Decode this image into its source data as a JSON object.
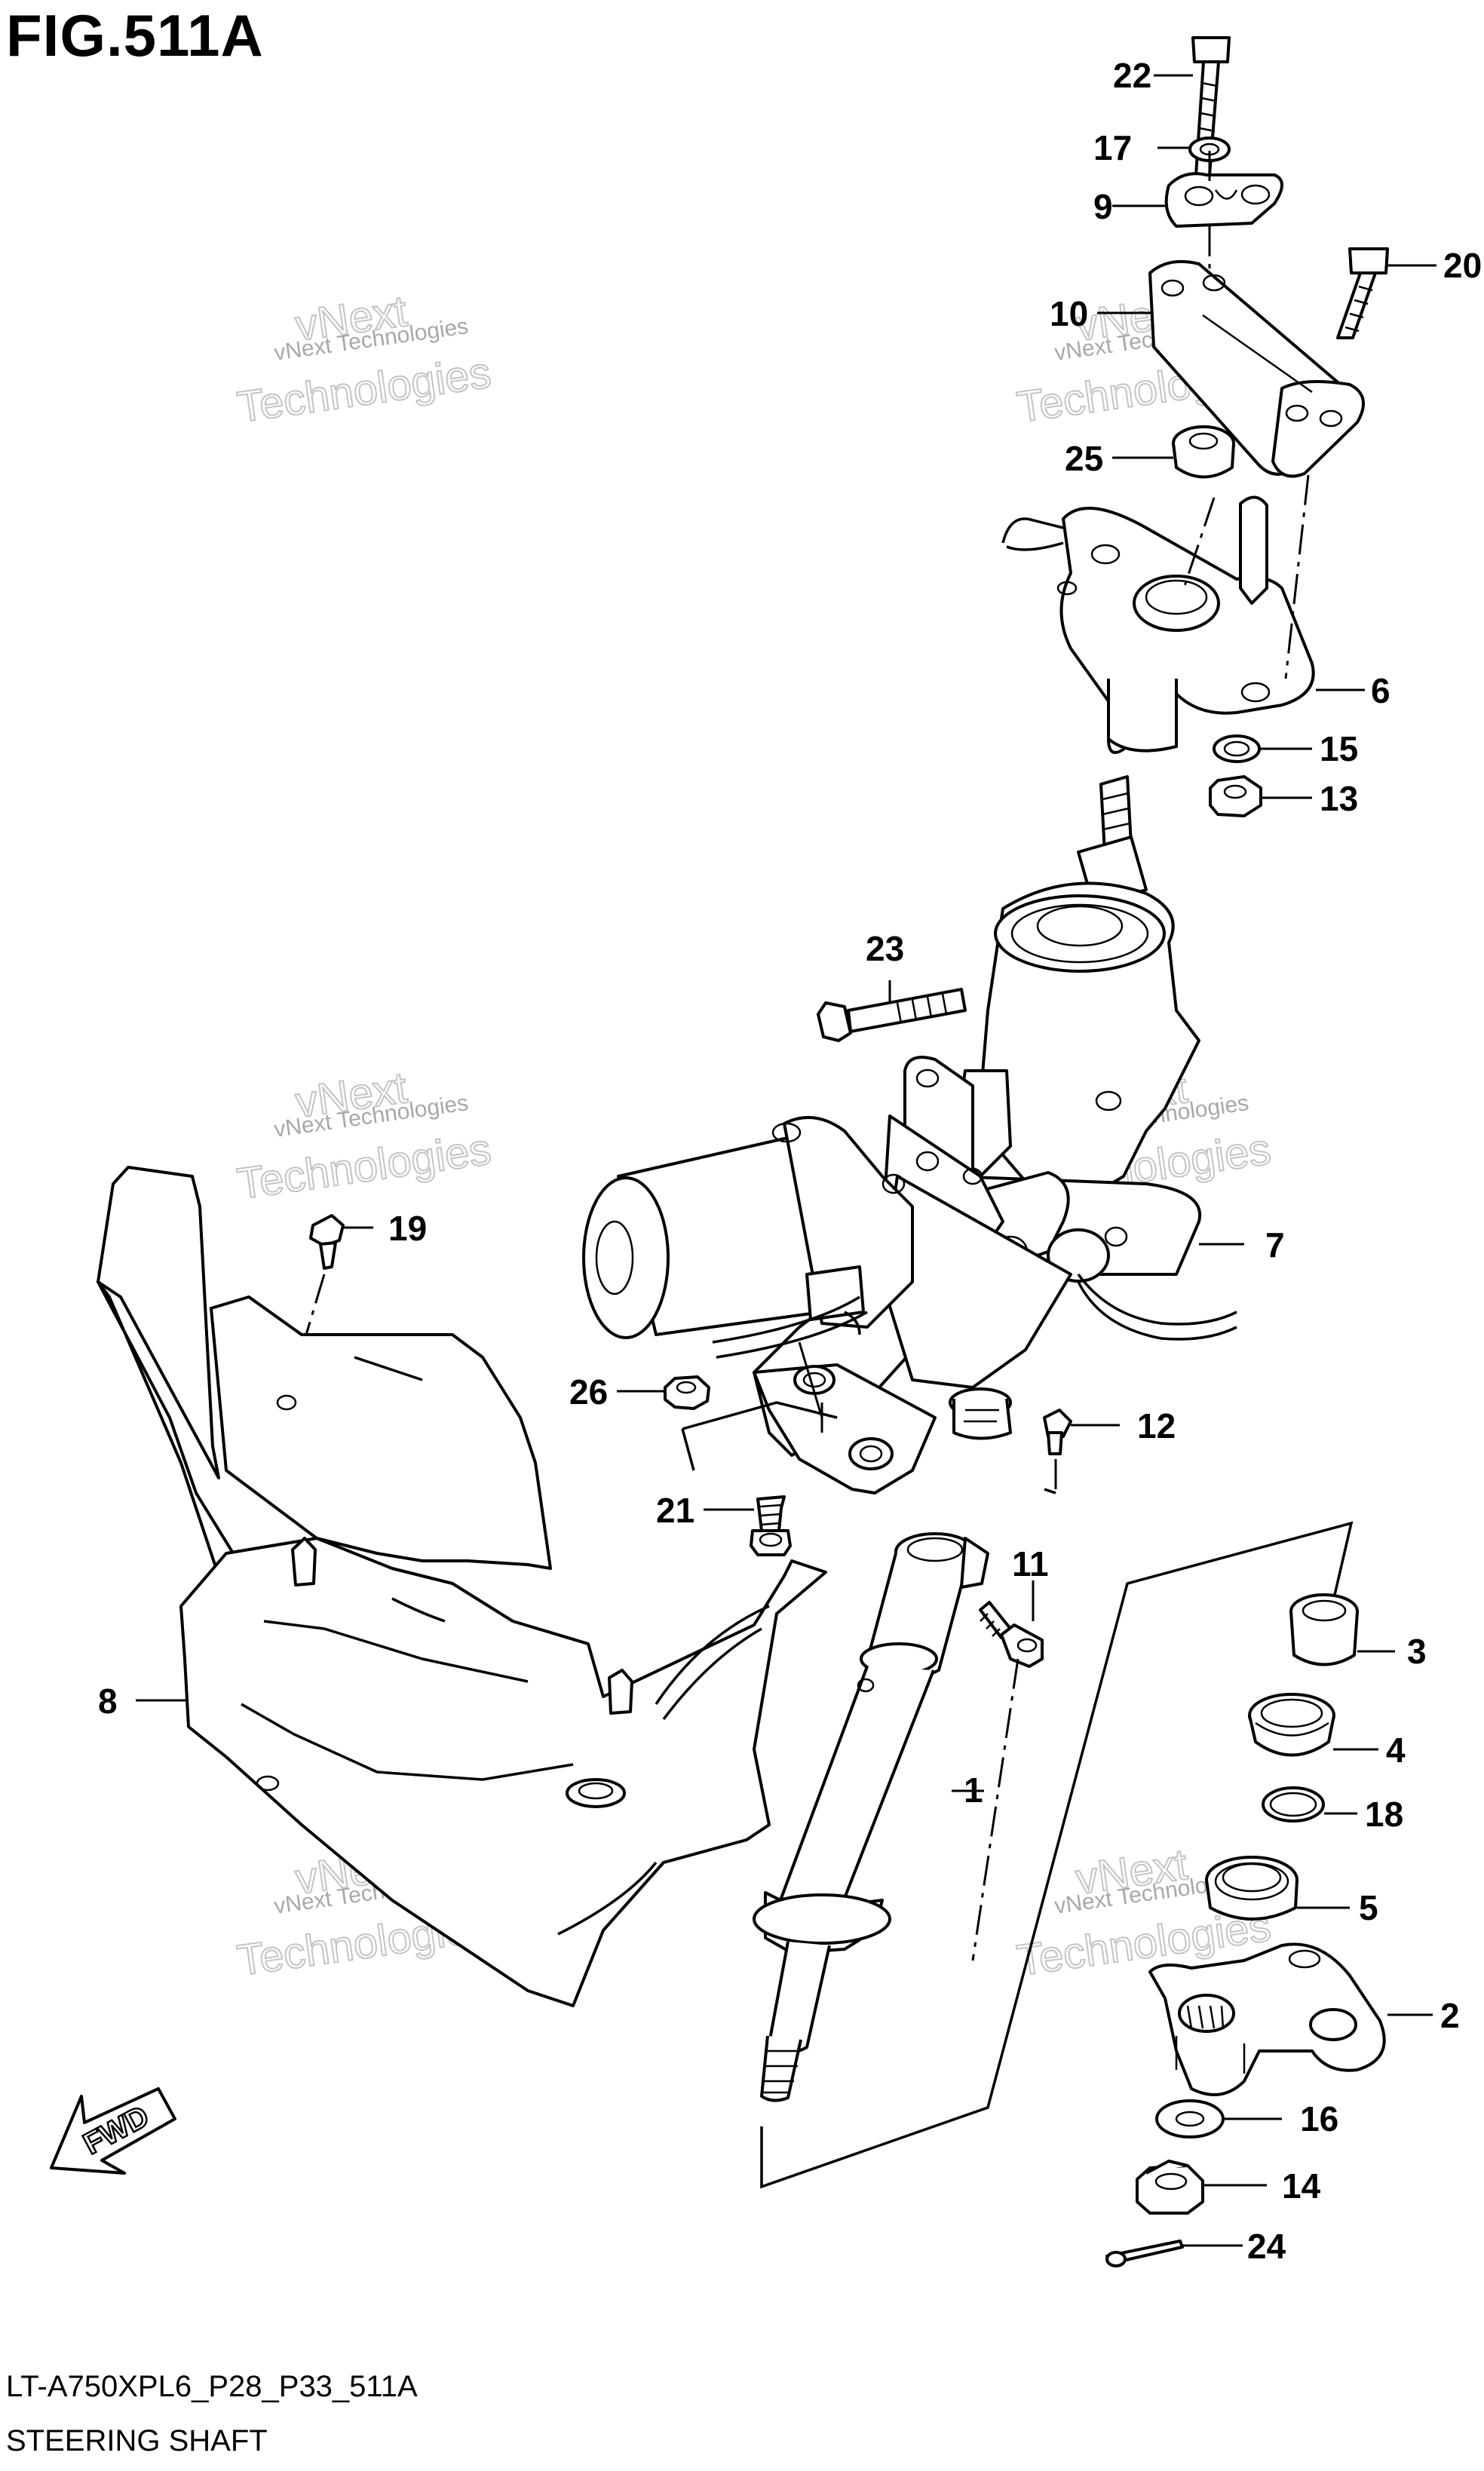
{
  "figure": {
    "title": "FIG.511A",
    "model_code": "LT-A750XPL6_P28_P33_511A",
    "caption": "STEERING SHAFT"
  },
  "watermark": {
    "line1": "vNext Technologies",
    "line2": "vNext",
    "line3": "Technologies"
  },
  "direction_label": "FWD",
  "callouts": [
    "1",
    "2",
    "3",
    "4",
    "5",
    "6",
    "7",
    "8",
    "9",
    "10",
    "11",
    "12",
    "13",
    "14",
    "15",
    "16",
    "17",
    "18",
    "19",
    "20",
    "21",
    "22",
    "23",
    "24",
    "25",
    "26"
  ]
}
